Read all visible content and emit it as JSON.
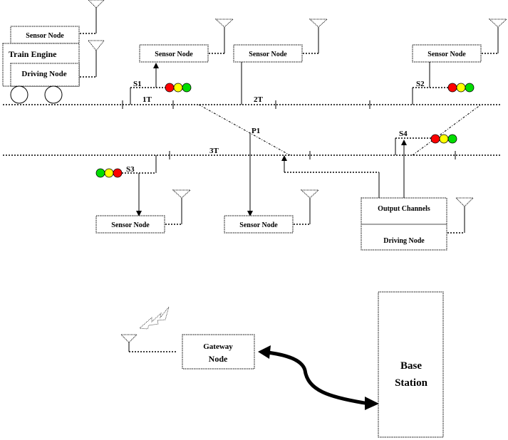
{
  "diagram": {
    "train": {
      "sensor_node_label": "Sensor Node",
      "engine_label": "Train  Engine",
      "driving_node_label": "Driving  Node"
    },
    "sensor_nodes": [
      {
        "id": "sn-s1",
        "label": "Sensor Node"
      },
      {
        "id": "sn-2t",
        "label": "Sensor Node"
      },
      {
        "id": "sn-s2",
        "label": "Sensor Node"
      },
      {
        "id": "sn-s3",
        "label": "Sensor Node"
      },
      {
        "id": "sn-p1",
        "label": "Sensor Node"
      }
    ],
    "signals": [
      {
        "id": "S1",
        "label": "S1",
        "lights": [
          "red",
          "yellow",
          "green"
        ]
      },
      {
        "id": "S2",
        "label": "S2",
        "lights": [
          "red",
          "yellow",
          "green"
        ]
      },
      {
        "id": "S3",
        "label": "S3",
        "lights": [
          "green",
          "yellow",
          "red"
        ]
      },
      {
        "id": "S4",
        "label": "S4",
        "lights": [
          "red",
          "yellow",
          "green"
        ]
      }
    ],
    "track_labels": {
      "t1": "1T",
      "t2": "2T",
      "t3": "3T",
      "p1": "P1"
    },
    "driving_station": {
      "output_label": "Output Channels",
      "driving_label": "Driving  Node"
    },
    "gateway": {
      "line1": "Gateway",
      "line2": "Node"
    },
    "base_station": {
      "line1": "Base",
      "line2": "Station"
    },
    "colors": {
      "red": "#ff0000",
      "yellow": "#ffff00",
      "green": "#00dd00"
    }
  }
}
